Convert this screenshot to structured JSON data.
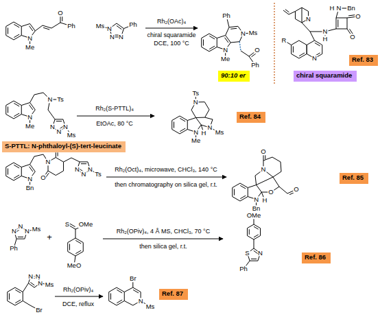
{
  "diagram": {
    "nodes": [
      {
        "text": [
          "Ref. 83"
        ]
      },
      {
        "text": [
          "90:10 er"
        ]
      },
      {
        "text": [
          "chiral squaramide"
        ]
      },
      {
        "text": [
          "S-PTTL: N-phthaloyl-(S)-tert-leucinate"
        ]
      },
      {
        "text": [
          "Ref. 84"
        ]
      },
      {
        "text": [
          "Ref. 85"
        ]
      },
      {
        "text": [
          "Ref. 86"
        ]
      },
      {
        "text": [
          "Ref. 87"
        ]
      }
    ],
    "labels": [
      "N",
      "Me",
      "O",
      "Ph",
      "Ms",
      "N",
      "N",
      "N",
      "Ph",
      "Rh₂(OAc)₄",
      "chiral squaramide",
      "DCE, 100 °C",
      "Ph",
      "N",
      "Ms",
      "N",
      "Me",
      "O",
      "Ph",
      "N",
      "H",
      "N",
      "Bn",
      "O",
      "O",
      "N",
      "H",
      "R",
      "N",
      "N",
      "Me",
      "N",
      "Ts",
      "N",
      "N",
      "N",
      "Ms",
      "Rh₂(S-PTTL)₄",
      "EtOAc, 80 °C",
      "Ts",
      "N",
      "N",
      "Ms",
      "H",
      "N",
      "Me",
      "N",
      "Bn",
      "O",
      "N",
      "O",
      "N",
      "N",
      "N",
      "Ts",
      "Rh₂(Oct)₄, microwave, CHCl₃, 140 °C",
      "then chromatography on silica gel, r.t.",
      "O",
      "N",
      "O",
      "H",
      "N",
      "Bn",
      "O",
      "N",
      "N",
      "N",
      "Ms",
      "Ph",
      "+",
      "S",
      "OMe",
      "MeO",
      "Rh₂(OPiv)₄, 4 Å MS, CHCl₃, 70 °C",
      "then silica gel, r.t.",
      "OMe",
      "S",
      "N",
      "Ph",
      "N",
      "N",
      "N",
      "Ms",
      "Br",
      "Rh₂(OPiv)₄",
      "DCE, reflux",
      "Br",
      "N",
      "Ms"
    ]
  }
}
